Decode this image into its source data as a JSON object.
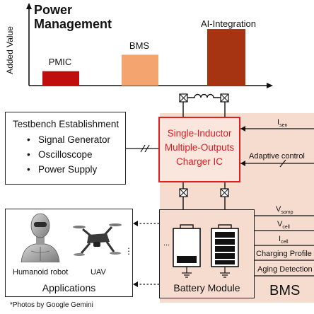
{
  "chart_data": {
    "type": "bar",
    "title": "Power Management",
    "ylabel": "Added Value",
    "categories": [
      "PMIC",
      "BMS",
      "AI-Integration"
    ],
    "values": [
      1.4,
      3.0,
      5.5
    ],
    "ylim": [
      0,
      7.5
    ],
    "colors": [
      "#c00d0d",
      "#f4a46f",
      "#a63312"
    ]
  },
  "testbench": {
    "title": "Testbench Establishment",
    "items": [
      "Signal Generator",
      "Oscilloscope",
      "Power Supply"
    ]
  },
  "charger": {
    "lines": [
      "Single-Inductor",
      "Multiple-Outputs",
      "Charger IC"
    ]
  },
  "signals": {
    "isen": "I",
    "isen_sub": "sen",
    "adaptive": "Adaptive control",
    "vsomp": "V",
    "vsomp_sub": "somp",
    "vcell": "V",
    "vcell_sub": "cell",
    "icell": "I",
    "icell_sub": "cell",
    "charging": "Charging Profile",
    "aging": "Aging Detection"
  },
  "applications": {
    "title": "Applications",
    "robot": "Humanoid robot",
    "uav": "UAV",
    "ellipsis": "⋮"
  },
  "battery": {
    "title": "Battery Module",
    "ellipsis": "..."
  },
  "bms_label": "BMS",
  "footnote": "*Photos by Google Gemini",
  "colors": {
    "bms_bg": "#f6dccf",
    "charger_border": "#e02020",
    "charger_bg": "#fbe6de"
  }
}
